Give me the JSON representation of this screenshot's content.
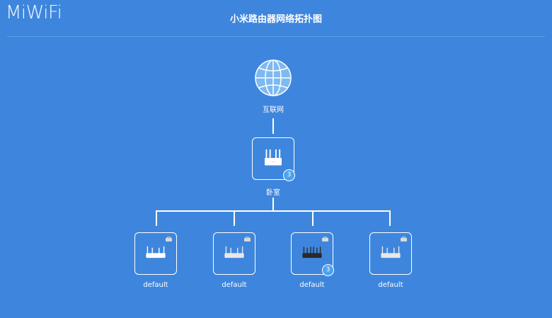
{
  "header": {
    "logo_text": "MiWiFi",
    "title": "小米路由器网络拓扑图"
  },
  "internet": {
    "label": "互联网",
    "icon": "globe-icon"
  },
  "main_router": {
    "label": "卧室",
    "badge": "3",
    "icon": "router-icon"
  },
  "children": [
    {
      "label": "default",
      "badge": "",
      "icon": "router-icon",
      "color": "#ffffff"
    },
    {
      "label": "default",
      "badge": "",
      "icon": "router-icon",
      "color": "#ffffff"
    },
    {
      "label": "default",
      "badge": "3",
      "icon": "router-icon",
      "color": "#2a2a2a"
    },
    {
      "label": "default",
      "badge": "",
      "icon": "router-icon",
      "color": "#ffffff"
    }
  ],
  "colors": {
    "background": "#3e86dd",
    "badge": "#4aa3f0"
  }
}
